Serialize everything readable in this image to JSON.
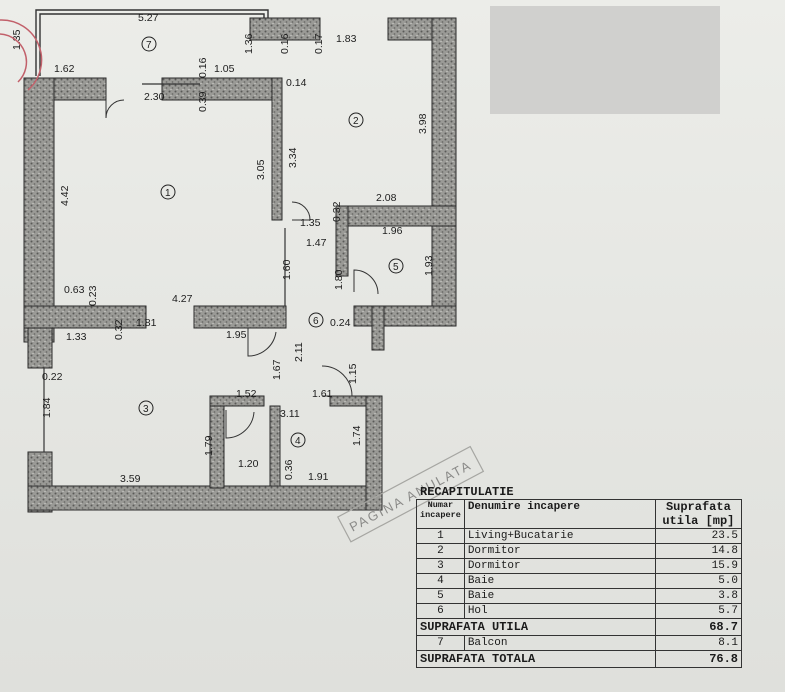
{
  "plan": {
    "rooms": [
      {
        "num": "1"
      },
      {
        "num": "2"
      },
      {
        "num": "3"
      },
      {
        "num": "4"
      },
      {
        "num": "5"
      },
      {
        "num": "6"
      },
      {
        "num": "7"
      }
    ],
    "dims": [
      "5.27",
      "1.62",
      "1.05",
      "1.36",
      "0.16",
      "0.17",
      "1.83",
      "2.30",
      "0.39",
      "0.16",
      "0.14",
      "3.98",
      "4.42",
      "3.05",
      "3.34",
      "2.08",
      "1.35",
      "0.32",
      "1.47",
      "1.96",
      "1.60",
      "1.80",
      "1.93",
      "0.63",
      "0.23",
      "4.27",
      "0.24",
      "1.33",
      "0.32",
      "1.81",
      "1.95",
      "1.67",
      "2.11",
      "0.22",
      "1.15",
      "1.52",
      "1.61",
      "3.11",
      "1.84",
      "1.79",
      "1.74",
      "1.20",
      "0.36",
      "1.91",
      "3.59",
      "1.35"
    ],
    "stamp": "PAGINA ANULATA"
  },
  "recap": {
    "title": "RECAPITULATIE",
    "headers": {
      "num": "Numar incapere",
      "name": "Denumire incapere",
      "area": "Suprafata utila [mp]"
    },
    "rows": [
      {
        "num": "1",
        "name": "Living+Bucatarie",
        "area": "23.5"
      },
      {
        "num": "2",
        "name": "Dormitor",
        "area": "14.8"
      },
      {
        "num": "3",
        "name": "Dormitor",
        "area": "15.9"
      },
      {
        "num": "4",
        "name": "Baie",
        "area": "5.0"
      },
      {
        "num": "5",
        "name": "Baie",
        "area": "3.8"
      },
      {
        "num": "6",
        "name": "Hol",
        "area": "5.7"
      }
    ],
    "util_label": "SUPRAFATA UTILA",
    "util_value": "68.7",
    "balcony": {
      "num": "7",
      "name": "Balcon",
      "area": "8.1"
    },
    "total_label": "SUPRAFATA TOTALA",
    "total_value": "76.8"
  }
}
